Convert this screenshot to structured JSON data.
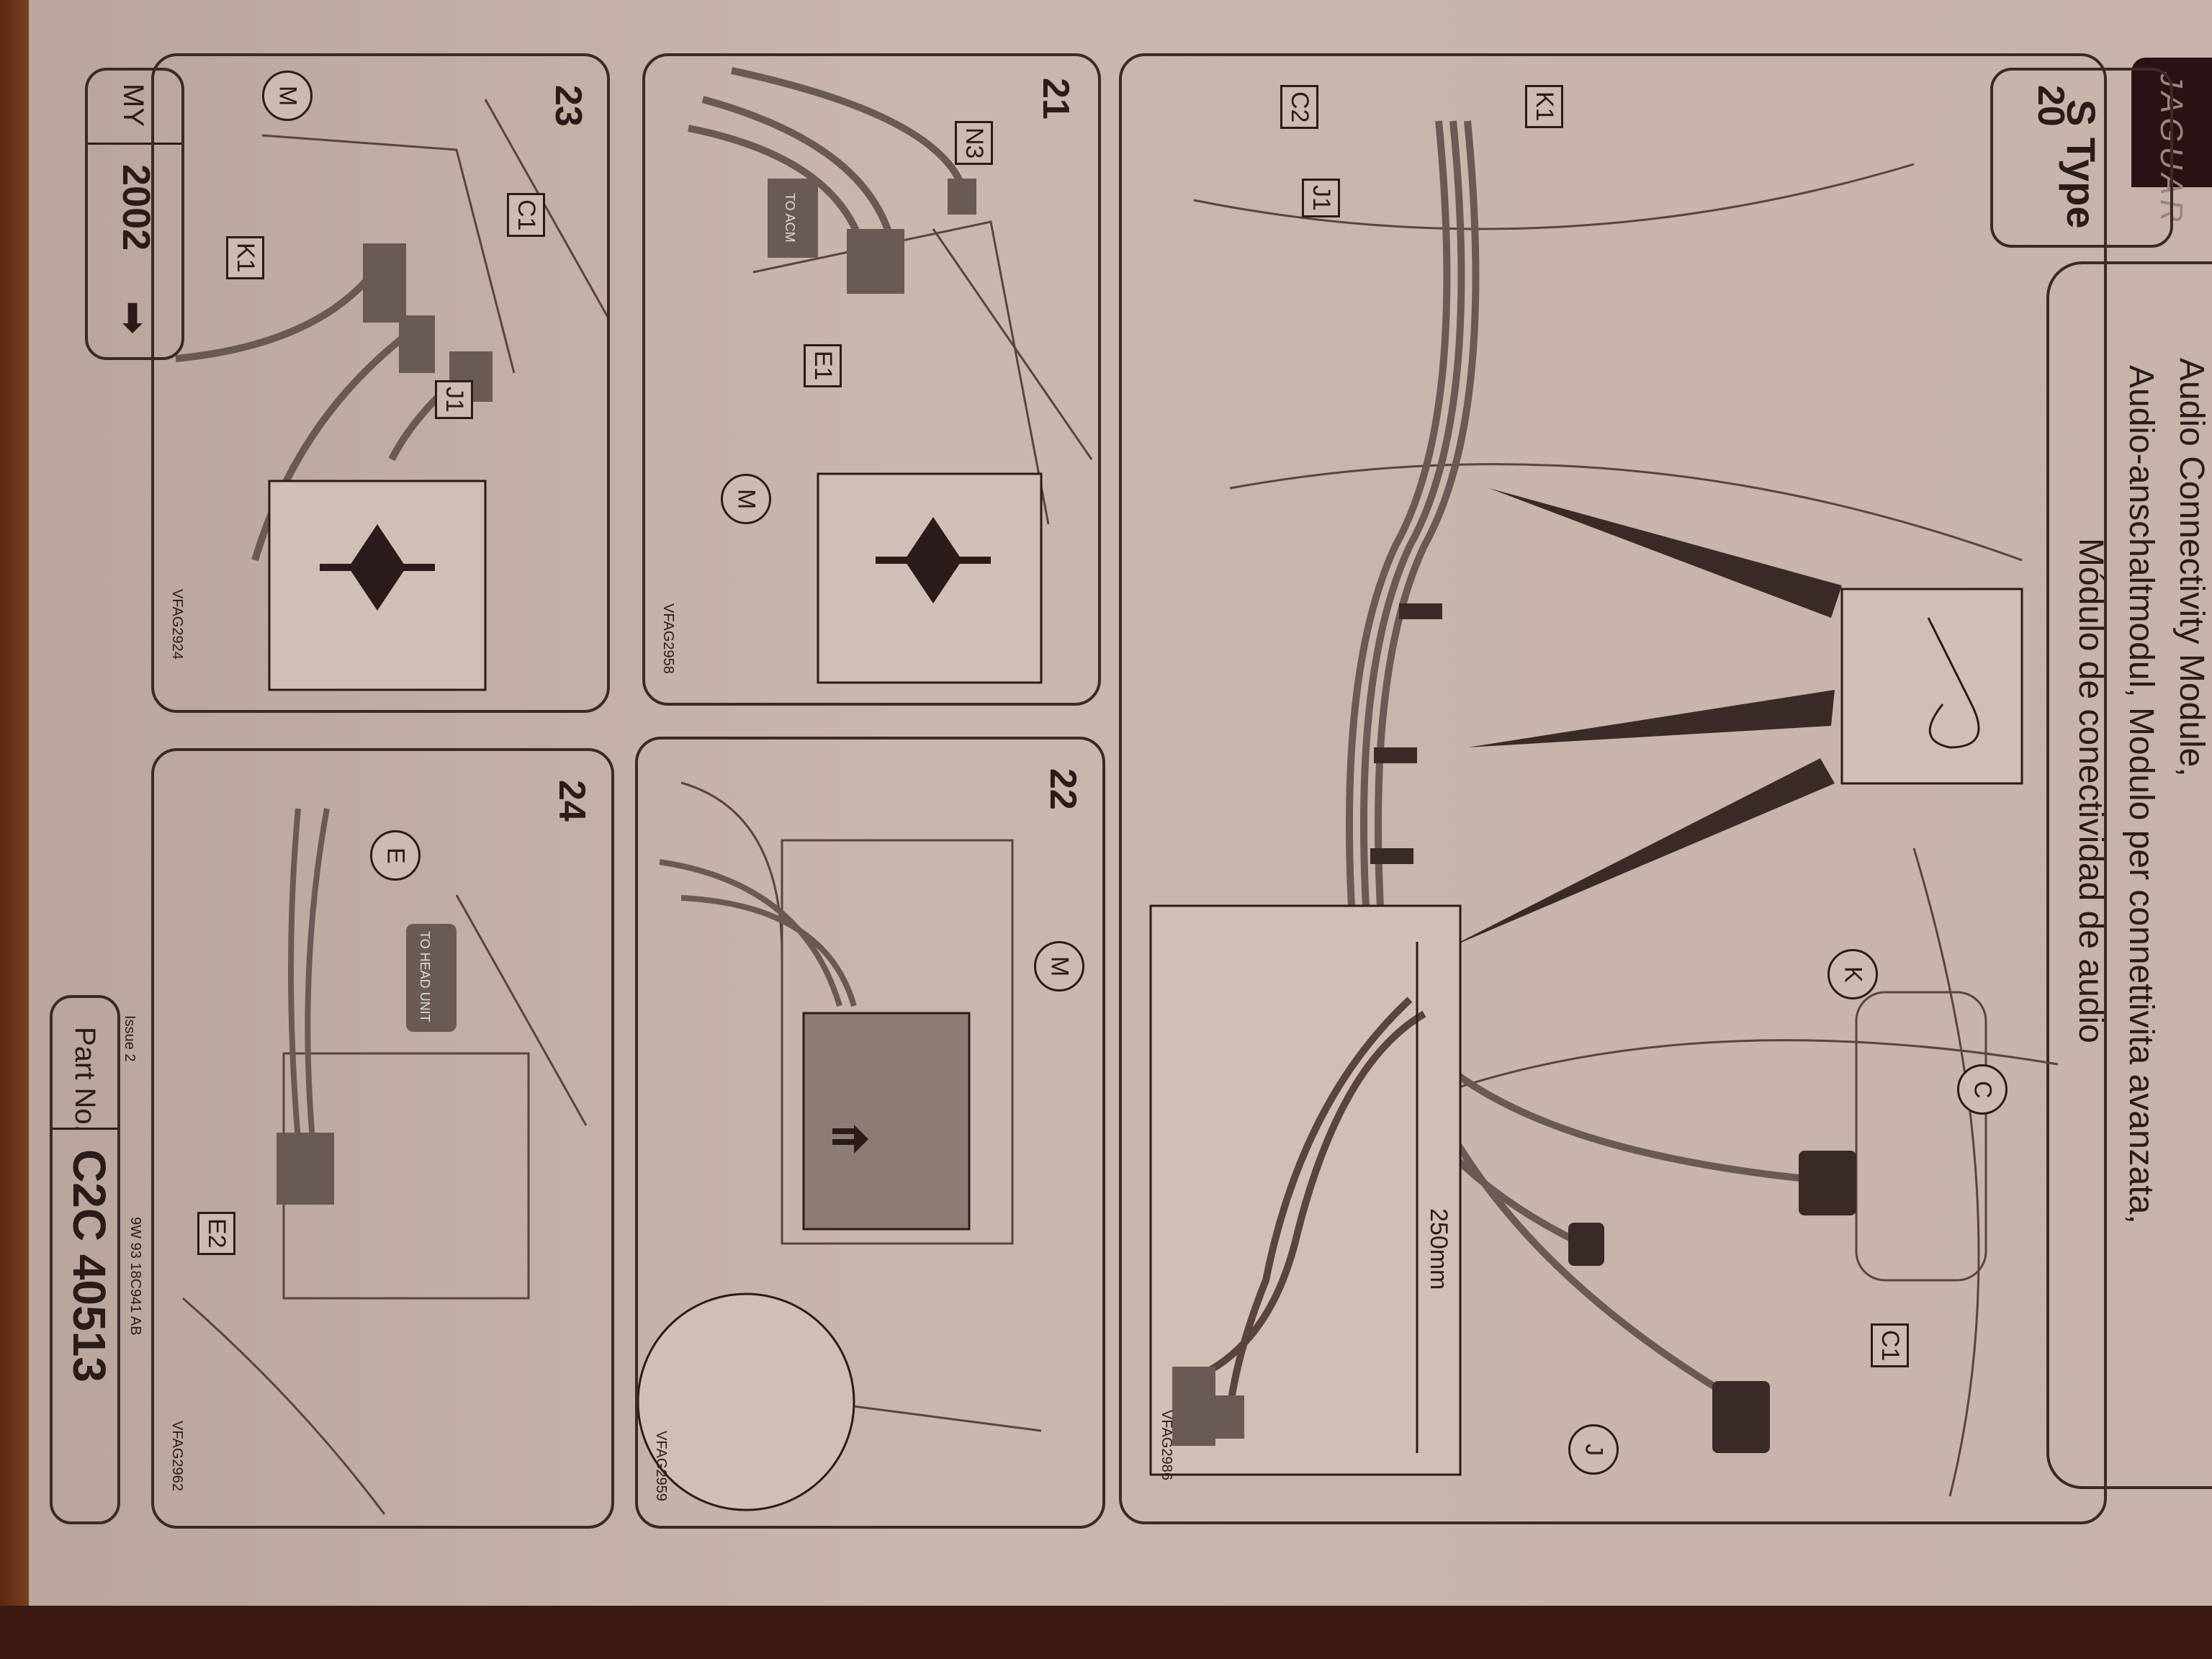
{
  "header": {
    "brand": "JAGUAR",
    "model": "S Type",
    "title_lines": [
      "Audio Connectivity Module,",
      "Audio-anschaltmodul, Modulo per connettivita avanzata,",
      "Módulo de conectividad de audio"
    ]
  },
  "model_year": {
    "label": "MY",
    "year": "2002",
    "arrow": "arrow-down-icon"
  },
  "part": {
    "label": "Part No.",
    "number": "C2C 40513",
    "issue": "Issue 2",
    "ref": "9W 93 18C941 AB"
  },
  "panels": {
    "p20": {
      "number": "20",
      "labels": [
        "C2",
        "K1",
        "J1",
        "K",
        "C",
        "C1",
        "J"
      ],
      "measure": "250mm",
      "code": "VFAG2986"
    },
    "p21": {
      "number": "21",
      "labels": [
        "N3",
        "E1",
        "M"
      ],
      "connector_tag": "TO ACM",
      "code": "VFAG2958"
    },
    "p22": {
      "number": "22",
      "labels": [
        "M"
      ],
      "code": "VFAG2959"
    },
    "p23": {
      "number": "23",
      "labels": [
        "M",
        "C1",
        "K1",
        "J1"
      ],
      "code": "VFAG2924"
    },
    "p24": {
      "number": "24",
      "labels": [
        "E",
        "E2"
      ],
      "connector_tag": "TO HEAD UNIT",
      "code": "VFAG2962"
    }
  }
}
